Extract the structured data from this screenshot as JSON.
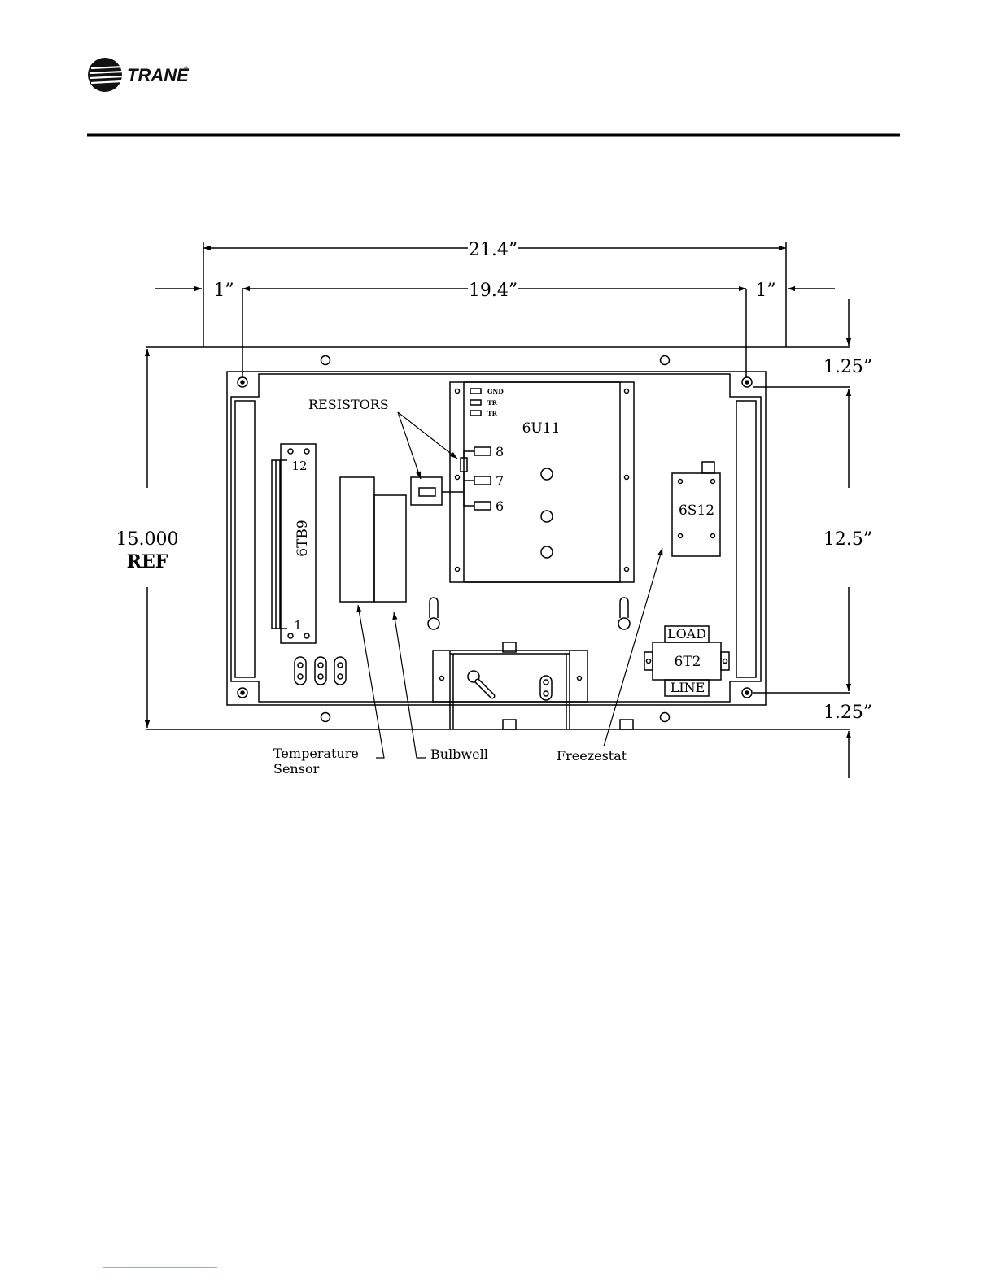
{
  "header": {
    "brand": "TRANE",
    "trademark": "®"
  },
  "dimensions": {
    "overall_width": "21.4”",
    "inner_width": "19.4”",
    "left_offset": "1”",
    "right_offset": "1”",
    "top_offset": "1.25”",
    "bottom_offset": "1.25”",
    "inner_height": "12.5”",
    "overall_height_line1": "15.000",
    "overall_height_line2": "REF"
  },
  "components": {
    "terminal_block": "6TB9",
    "terminal_top": "12",
    "terminal_bottom": "1",
    "module": "6U11",
    "module_pins": [
      "GND",
      "TR",
      "TR"
    ],
    "module_terminals": [
      "8",
      "7",
      "6"
    ],
    "freezestat_switch": "6S12",
    "transformer": "6T2",
    "transformer_load": "LOAD",
    "transformer_line": "LINE"
  },
  "callouts": {
    "resistors": "RESISTORS",
    "temperature_line1": "Temperature",
    "temperature_line2": "Sensor",
    "bulbwell": "Bulbwell",
    "freezestat": "Freezestat"
  },
  "colors": {
    "ink": "#000000",
    "footer_link": "#3355cc"
  }
}
